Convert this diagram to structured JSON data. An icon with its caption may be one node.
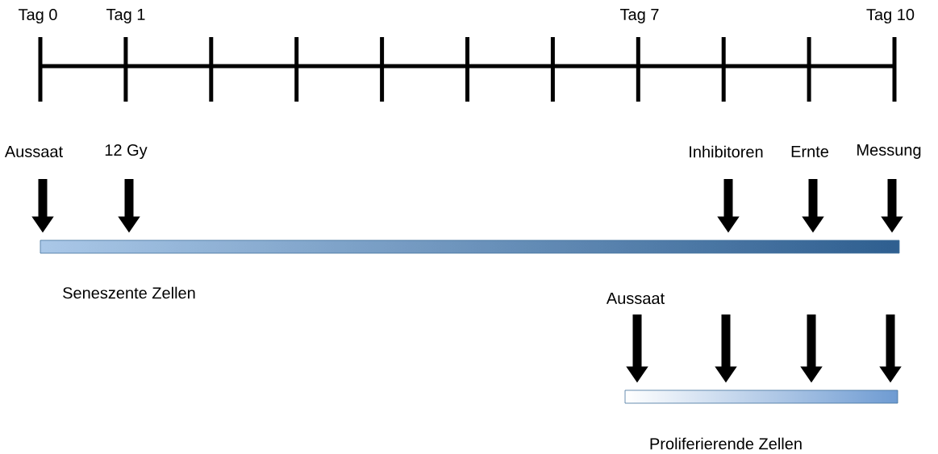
{
  "diagram": {
    "nodes": [
      {
        "text": [],
        "shape": "bar",
        "beside": [
          "Seneszente Zellen"
        ]
      },
      {
        "text": [],
        "shape": "bar",
        "beside": [
          "Proliferierende Zellen"
        ]
      }
    ],
    "edges": [
      {
        "from": null,
        "to": 0,
        "arrow": "to",
        "label": "Aussaat"
      },
      {
        "from": null,
        "to": 0,
        "arrow": "to",
        "label": "12 Gy"
      },
      {
        "from": null,
        "to": 0,
        "arrow": "to",
        "label": "Inhibitoren"
      },
      {
        "from": null,
        "to": 0,
        "arrow": "to",
        "label": "Ernte"
      },
      {
        "from": null,
        "to": 0,
        "arrow": "to",
        "label": "Messung"
      },
      {
        "from": null,
        "to": 1,
        "arrow": "to",
        "label": "Aussaat"
      },
      {
        "from": null,
        "to": 1,
        "arrow": "to"
      },
      {
        "from": null,
        "to": 1,
        "arrow": "to"
      },
      {
        "from": null,
        "to": 1,
        "arrow": "to"
      }
    ],
    "labels": [
      "Tag 0",
      "Tag 1",
      "Tag 7",
      "Tag 10"
    ]
  }
}
